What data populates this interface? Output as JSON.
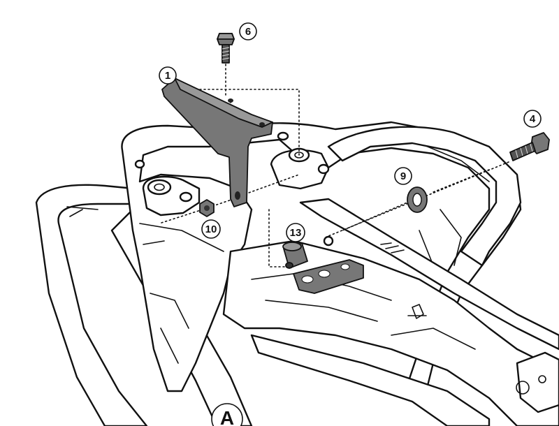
{
  "figure": {
    "kind": "exploded assembly diagram",
    "callouts": [
      {
        "id": "c1",
        "number": "1",
        "part": "mounting-bracket"
      },
      {
        "id": "c4",
        "number": "4",
        "part": "hex-bolt"
      },
      {
        "id": "c6",
        "number": "6",
        "part": "hex-bolt"
      },
      {
        "id": "c9",
        "number": "9",
        "part": "washer"
      },
      {
        "id": "c10",
        "number": "10",
        "part": "nut"
      },
      {
        "id": "c13",
        "number": "13",
        "part": "spacer"
      }
    ],
    "section_letter": "A",
    "colors": {
      "line": "#111111",
      "part_fill": "#777777",
      "shade": "#d6d6d6",
      "background": "#ffffff"
    }
  }
}
